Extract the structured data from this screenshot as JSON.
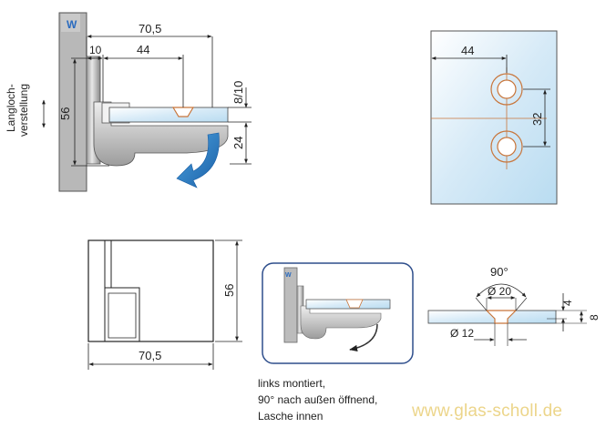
{
  "top_left_view": {
    "wall_mark": "W",
    "side_label_line1": "Langloch-",
    "side_label_line2": "verstellung",
    "dim_total_width": "70,5",
    "dim_offset": "10",
    "dim_hole_distance": "44",
    "dim_height": "56",
    "dim_glass_thickness": "8/10",
    "dim_bottom": "24"
  },
  "top_right_view": {
    "dim_hole_distance": "44",
    "dim_hole_spacing": "32"
  },
  "bottom_left_view": {
    "dim_height": "56",
    "dim_width": "70,5"
  },
  "inset_view": {
    "wall_mark": "W"
  },
  "bottom_right_view": {
    "dim_angle": "90°",
    "dim_countersink": "Ø 20",
    "dim_hole": "Ø 12",
    "dim_small": "4",
    "dim_thickness": "8"
  },
  "caption": {
    "line1": "links montiert,",
    "line2": "90° nach außen öffnend,",
    "line3": "Lasche innen"
  },
  "watermark": "www.glas-scholl.de",
  "colors": {
    "glass": "#cfe6f5",
    "wall": "#b9b9b9",
    "arrow_blue": "#1f78bf",
    "hole_copper": "#c8753a",
    "inset_border": "#2e4e8c"
  }
}
